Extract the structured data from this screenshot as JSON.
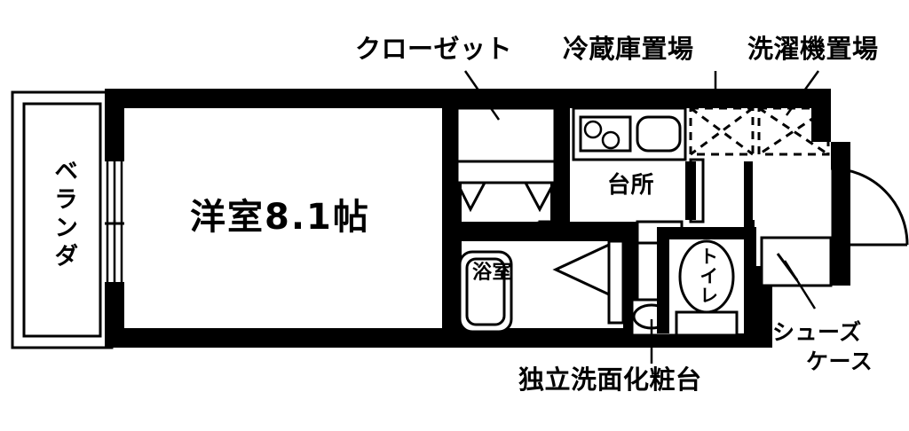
{
  "document": {
    "type": "floor-plan",
    "title": "間取り図",
    "background_color": "#ffffff",
    "line_color": "#000000"
  },
  "labels": {
    "closet": "クローゼット",
    "refrigerator_space": "冷蔵庫置場",
    "washing_machine_space": "洗濯機置場",
    "main_room": "洋室8.1帖",
    "veranda": "ベランダ",
    "kitchen": "台所",
    "bathroom": "浴室",
    "toilet": "トイレ",
    "vanity": "独立洗面化粧台",
    "shoe_case_line1": "シューズ",
    "shoe_case_line2": "ケース"
  },
  "rooms": [
    {
      "name": "洋室8.1帖",
      "size_jo": 8.1,
      "type": "western-room"
    },
    {
      "name": "ベランダ",
      "type": "balcony"
    },
    {
      "name": "台所",
      "type": "kitchen"
    },
    {
      "name": "浴室",
      "type": "bathroom"
    },
    {
      "name": "トイレ",
      "type": "toilet"
    },
    {
      "name": "クローゼット",
      "type": "closet"
    }
  ],
  "fixtures": [
    {
      "name": "冷蔵庫置場",
      "type": "appliance-space",
      "symbol": "dashed-box-with-x"
    },
    {
      "name": "洗濯機置場",
      "type": "appliance-space",
      "symbol": "dashed-box-with-x"
    },
    {
      "name": "独立洗面化粧台",
      "type": "vanity",
      "symbol": "ellipse-basin"
    },
    {
      "name": "シューズケース",
      "type": "shoe-cabinet",
      "symbol": "rectangle"
    },
    {
      "name": "コンロ",
      "type": "stove",
      "symbol": "two-burners"
    },
    {
      "name": "シンク",
      "type": "sink",
      "symbol": "rounded-rect"
    },
    {
      "name": "浴槽",
      "type": "bathtub",
      "symbol": "rounded-rect"
    },
    {
      "name": "便器",
      "type": "toilet-bowl",
      "symbol": "oval-with-tank"
    }
  ]
}
